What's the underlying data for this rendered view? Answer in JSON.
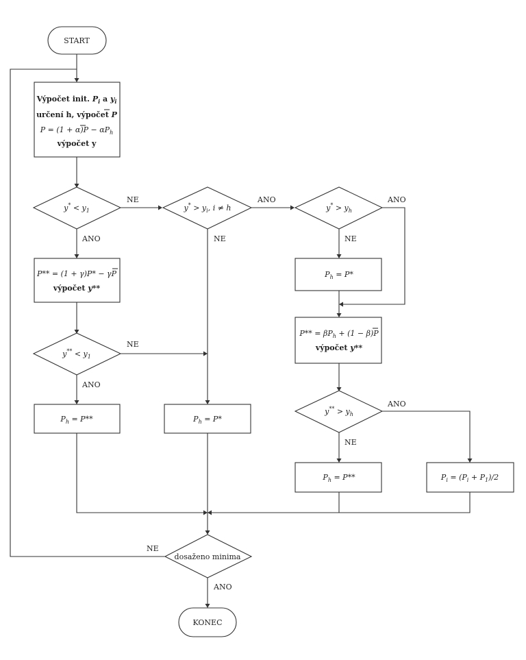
{
  "nodes": {
    "start": "START",
    "init": {
      "line1_pre": "Výpočet init.",
      "line1_p": "P",
      "line1_i": "i",
      "line1_a": "a",
      "line1_y": "y",
      "line1_yi": "i",
      "line2_pre": "určení h, výpočet",
      "line2_p": "P",
      "line3": "P = (1 + α)P − αP",
      "line3_sub": "h",
      "line4": "výpočet y"
    },
    "d1": {
      "y": "y",
      "star": "*",
      "op": "< y",
      "sub": "1"
    },
    "d2": {
      "y": "y",
      "star": "*",
      "op": "> y",
      "sub": "i",
      "rest": ", i ≠ h"
    },
    "d3": {
      "y": "y",
      "star": "*",
      "op": "> y",
      "sub": "h"
    },
    "p_ss": {
      "line1": "P** = (1 + γ)P* − γP",
      "line2_pre": "výpočet",
      "line2_y": "y**"
    },
    "d4": {
      "y": "y",
      "star": "**",
      "op": "< y",
      "sub": "1"
    },
    "ph_pstar_right": {
      "ph": "P",
      "sub": "h",
      "eq": "= P*"
    },
    "p_ss_beta": {
      "line1": "P** = βP",
      "line1_sub": "h",
      "line1_rest": " + (1 − β)P",
      "line2_pre": "výpočet",
      "line2_y": "y**"
    },
    "d5": {
      "y": "y",
      "star": "**",
      "op": "> y",
      "sub": "h"
    },
    "ph_pss_left": {
      "ph": "P",
      "sub": "h",
      "eq": "= P**"
    },
    "ph_pstar_mid": {
      "ph": "P",
      "sub": "h",
      "eq": "= P*"
    },
    "ph_pss_right": {
      "ph": "P",
      "sub": "h",
      "eq": "= P**"
    },
    "pi_avg": {
      "text": "P",
      "sub": "i",
      "eq": "= (P",
      "sub2": "i",
      "mid": "+ P",
      "sub3": "1",
      "end": ")/2"
    },
    "minimum": "dosaženo minima",
    "konec": "KONEC"
  },
  "labels": {
    "ne": "NE",
    "ano": "ANO"
  },
  "colors": {
    "stroke": "#333333",
    "text": "#1f1f1f",
    "background": "#ffffff"
  }
}
